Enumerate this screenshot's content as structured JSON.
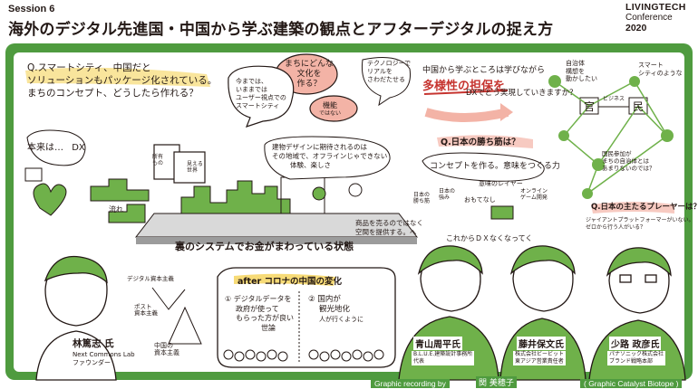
{
  "header": {
    "session": "Session 6",
    "title": "海外のデジタル先進国・中国から学ぶ建築の観点とアフターデジタルの捉え方",
    "logo": {
      "line1": "LIVINGTECH",
      "line2": "Conference",
      "line3": "2020"
    }
  },
  "colors": {
    "board": "#4f9b3f",
    "accent_red": "#c6342f",
    "accent_yellow": "#f4cf4a",
    "accent_pink": "#f3b3a6",
    "leaf_green": "#6fb14a",
    "ink": "#231815"
  },
  "notes": {
    "q_smartcity": [
      "Q.スマートシティ、中国だと",
      "ソリューションもパッケージ化されている。",
      "まちのコンセプト、どうしたら作れる？"
    ],
    "imamade": [
      "今までは、",
      "いままでは",
      "ユーザー視点での",
      "スマートシティ"
    ],
    "machi_bunka": [
      "まちにどんな",
      "文化を",
      "作る？"
    ],
    "kinou": [
      "機能",
      "ではない"
    ],
    "technology": [
      "テクノロジーで",
      "リアルを",
      "さわだたせる"
    ],
    "china_learn": "中国から学ぶところは学びながら",
    "tayousei_red": "多様性の担保を",
    "dx_jitsugen": "DXでどう実現していきますか？",
    "jichitai": [
      "自治体",
      "構想を",
      "動かしたい"
    ],
    "smart_city_small": [
      "スマート",
      "シティのような"
    ],
    "kanmin_kan": "官",
    "kanmin_min": "民",
    "bridge_label": "ビジネス",
    "kokumin": [
      "国民参加が",
      "まちの自治体とは",
      "あまりないのでは？"
    ],
    "honrai_dx": [
      "本来は…",
      "DX"
    ],
    "kenchiku_kitai": [
      "建物デザインに期待されるのは",
      "その地域で、オフラインじゃできない",
      "体験、楽しさ"
    ],
    "q_kachisuji": "Q.日本の勝ち筋は？",
    "concept_imi": "コンセプトを作る。意味をつくる力",
    "imi_layer": "意味のレイヤー",
    "nihon_label_1": [
      "日本の",
      "勝ち筋"
    ],
    "nihon_label_2": [
      "日本の",
      "強み"
    ],
    "omotenashi": "おもてなし",
    "online_label": [
      "オンライン",
      "ゲーム開発"
    ],
    "q_player": "Q.日本の主たるプレーヤーは？",
    "player_answer": [
      "ジャイアントプラットフォーマーがいない。",
      "ゼロから行う人がいる？"
    ],
    "nagare": "流れ",
    "syoyuu": [
      "所有",
      "もの"
    ],
    "miru_label": [
      "見える",
      "世界"
    ],
    "ura_system": "裏のシステムでお金がまわっている状態",
    "shouhin": [
      "商品を売るのではなく",
      "空間を提供する。へ"
    ],
    "korekara": "これからＤＸなくなってく",
    "digital_shihon": "デジタル資本主義",
    "post_shihon": [
      "ポスト",
      "資本主義"
    ],
    "china_shihon": [
      "中国の",
      "資本主義"
    ],
    "after_corona": "after コロナの中国の変化",
    "change1": [
      "① デジタルデータを",
      "政府が使って",
      "もらった方が良い",
      "世論"
    ],
    "change2": [
      "② 国内が",
      "観光地化",
      "人が行くように"
    ],
    "speakers": [
      {
        "name": "林篤志 氏",
        "affil": [
          "Next Commons Lab",
          "ファウンダー"
        ]
      },
      {
        "name": "青山周平氏",
        "affil": [
          "B.L.U.E.建築設計事務所",
          "代表"
        ]
      },
      {
        "name": "藤井保文氏",
        "affil": [
          "株式会社ビービット",
          "東アジア営業責任者"
        ]
      },
      {
        "name": "少路 政彦氏",
        "affil": [
          "パナソニック株式会社",
          "ブランド戦略本部"
        ]
      }
    ],
    "footer": {
      "credit": "Graphic recording by",
      "signature": "関 美穂子",
      "biotope": "( Graphic Catalyst Biotope )"
    }
  }
}
